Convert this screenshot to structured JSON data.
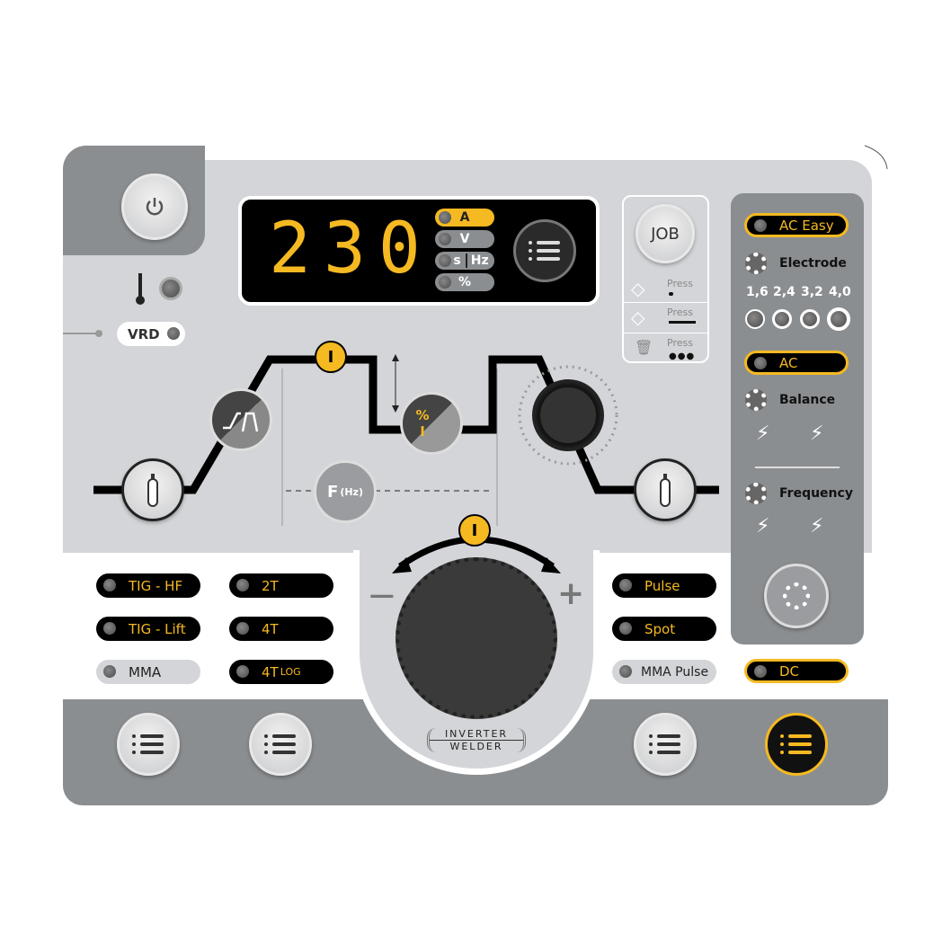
{
  "display": {
    "value": "230",
    "units": [
      {
        "label": "A",
        "active": true
      },
      {
        "label": "V"
      },
      {
        "label": "s",
        "label2": "Hz"
      },
      {
        "label": "%"
      }
    ]
  },
  "vrd": {
    "label": "VRD"
  },
  "job": {
    "label": "JOB",
    "rows": [
      {
        "label": "Press"
      },
      {
        "label": "Press"
      },
      {
        "label": "Press"
      }
    ]
  },
  "waveform": {
    "current_badge": "I",
    "pulse_top": "%",
    "pulse_bottom": "I",
    "freq_label": "F",
    "freq_unit": "(Hz)",
    "main_badge": "I",
    "minus": "−",
    "plus": "+"
  },
  "modes_left": [
    {
      "label": "TIG - HF"
    },
    {
      "label": "TIG - Lift"
    },
    {
      "label": "MMA"
    }
  ],
  "trigger": [
    {
      "label": "2T"
    },
    {
      "label": "4T"
    },
    {
      "label": "4T",
      "sub": "LOG"
    }
  ],
  "modes_right": [
    {
      "label": "Pulse"
    },
    {
      "label": "Spot"
    },
    {
      "label": "MMA Pulse"
    }
  ],
  "right_panel": {
    "ac_easy": "AC Easy",
    "electrode": "Electrode",
    "sizes": [
      "1,6",
      "2,4",
      "3,2",
      "4,0"
    ],
    "ac": "AC",
    "balance": "Balance",
    "frequency": "Frequency",
    "dc": "DC"
  },
  "logo": {
    "line1": "INVERTER",
    "line2": "WELDER"
  },
  "colors": {
    "accent": "#f5b921",
    "panel": "#d3d5d8",
    "dark": "#8b8e91"
  }
}
